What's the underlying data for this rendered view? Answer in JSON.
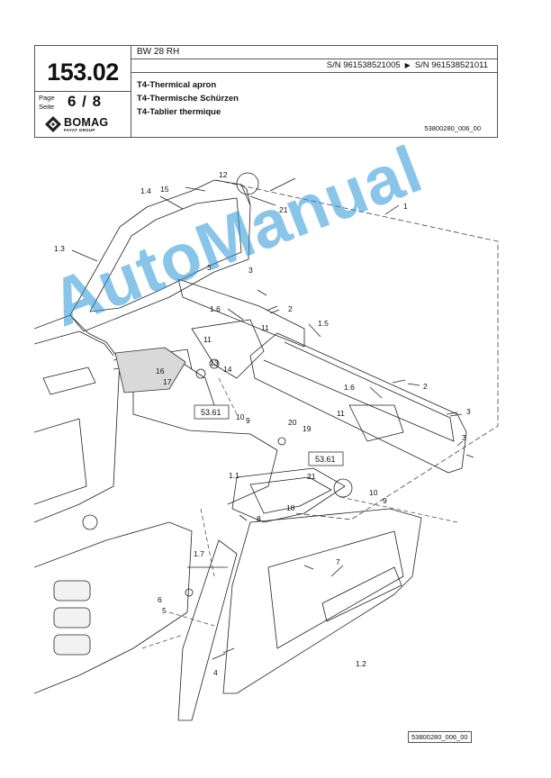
{
  "header": {
    "model": "BW 28 RH",
    "serial_from": "S/N 961538521005",
    "serial_arrow": "▶",
    "serial_to": "S/N 961538521011",
    "titles": [
      "T4-Thermical apron",
      "T4-Thermische Schürzen",
      "T4-Tablier thermique"
    ],
    "doc_ref": "53800280_006_00",
    "page_number": "153.02",
    "page_label_en": "Page",
    "page_label_de": "Seite",
    "page_of": "6 / 8",
    "brand": "BOMAG",
    "brand_sub": "FAYAT GROUP"
  },
  "drawing": {
    "callouts": [
      "1",
      "1.1",
      "1.2",
      "1.3",
      "1.4",
      "1.5",
      "1.6",
      "1.6",
      "1.7",
      "2",
      "2",
      "3",
      "3",
      "3",
      "3",
      "4",
      "5",
      "6",
      "7",
      "8",
      "9",
      "9",
      "10",
      "10",
      "11",
      "11",
      "11",
      "12",
      "13",
      "14",
      "15",
      "16",
      "17",
      "18",
      "19",
      "20",
      "21",
      "21"
    ],
    "ref_boxes": [
      "53.61",
      "53.61"
    ]
  },
  "watermark": "AutoManual",
  "footer_ref": "53800280_006_00"
}
